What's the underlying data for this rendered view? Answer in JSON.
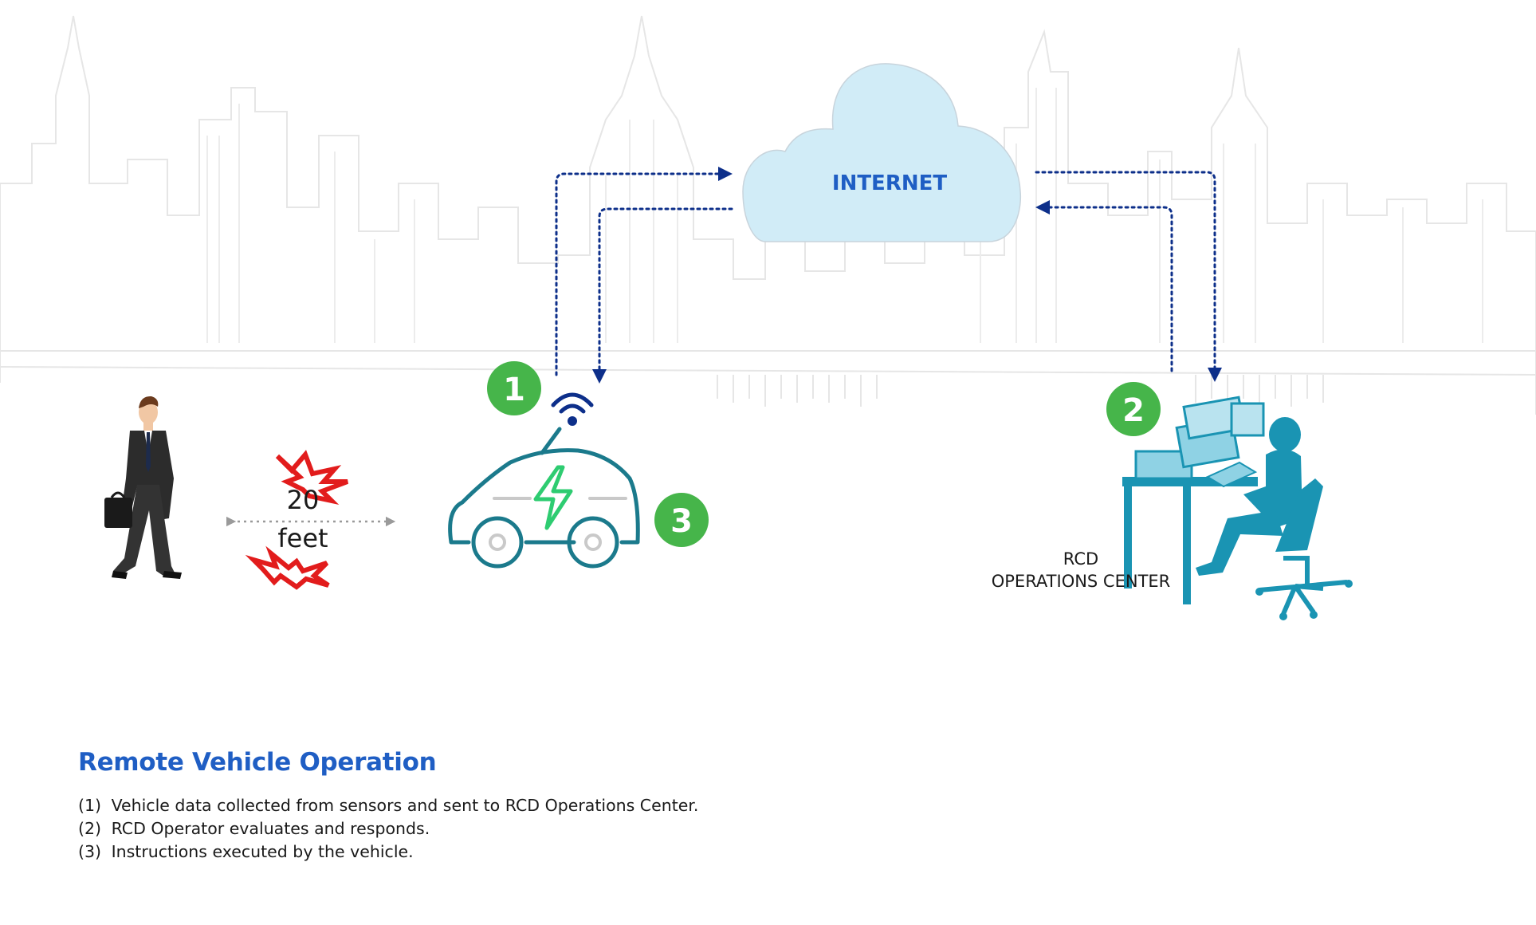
{
  "diagram": {
    "cloud_label": "INTERNET",
    "distance": {
      "value": "20",
      "unit": "feet"
    },
    "operations_center_label": [
      "RCD",
      "OPERATIONS CENTER"
    ],
    "badges": [
      "1",
      "2",
      "3"
    ],
    "colors": {
      "cloud_fill": "#d1ecf7",
      "accent_blue": "#1f5ec4",
      "arrow_navy": "#0d2f8a",
      "badge_green": "#46b54a",
      "car_teal": "#1b7a8c",
      "bolt_green": "#2ecc71",
      "ops_teal": "#1a94b3",
      "alert_red": "#e21c1c"
    }
  },
  "caption": {
    "title": "Remote Vehicle Operation",
    "items": [
      {
        "num": "(1)",
        "text": "Vehicle data collected from sensors and sent to RCD Operations Center."
      },
      {
        "num": "(2)",
        "text": "RCD Operator evaluates and responds."
      },
      {
        "num": "(3)",
        "text": "Instructions executed by the vehicle."
      }
    ]
  }
}
